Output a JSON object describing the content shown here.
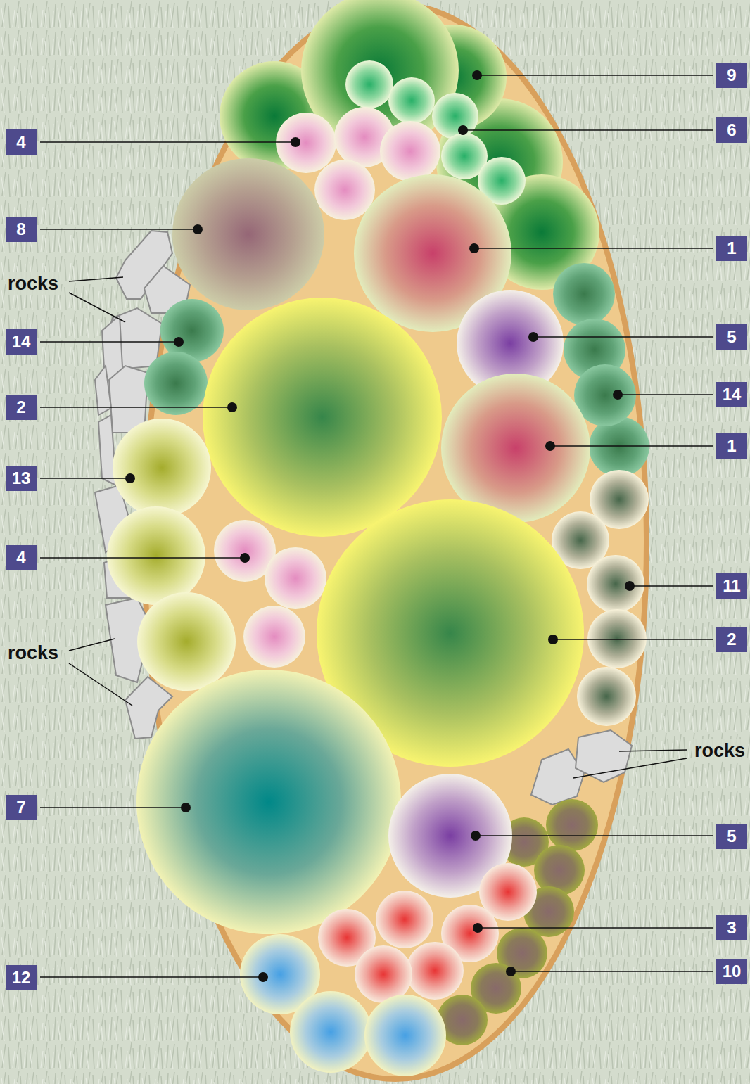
{
  "diagram": {
    "labels": [
      "9",
      "6",
      "4",
      "8",
      "1",
      "rocks",
      "5",
      "14",
      "14",
      "2",
      "1",
      "13",
      "4",
      "11",
      "2",
      "rocks",
      "rocks",
      "7",
      "5",
      "3",
      "10",
      "12"
    ]
  }
}
